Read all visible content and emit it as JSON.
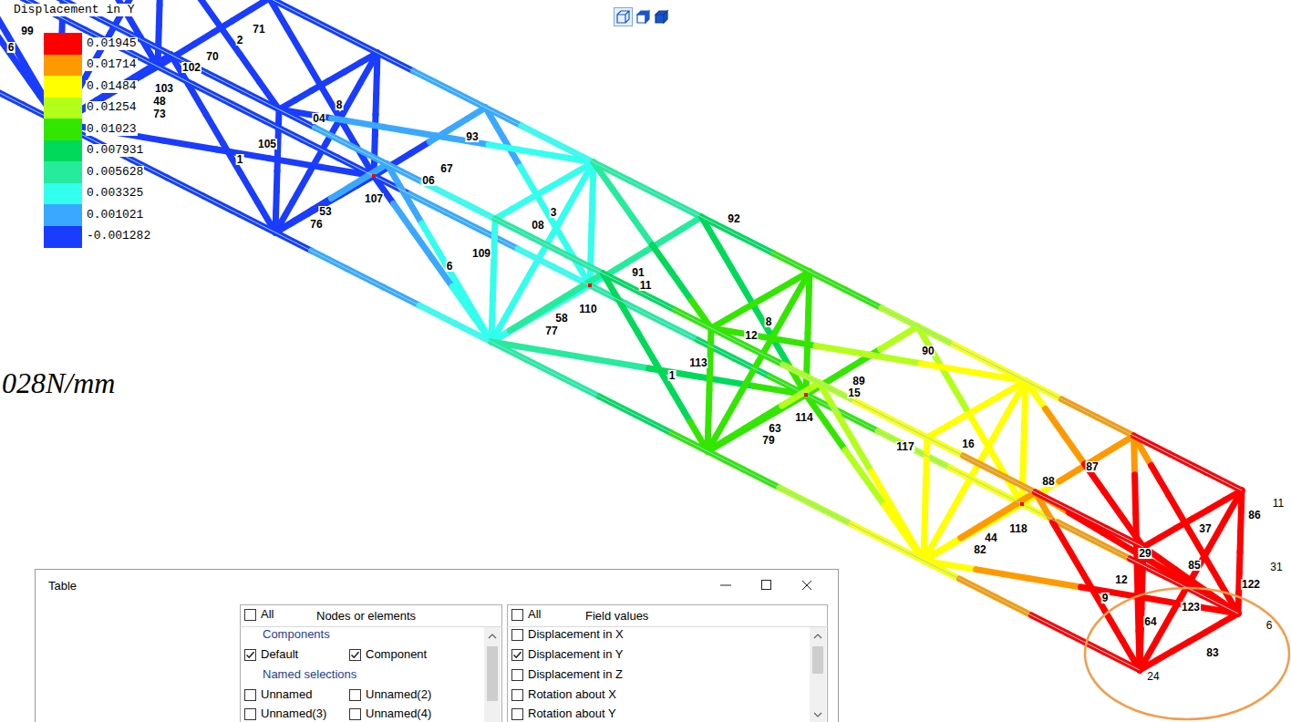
{
  "diagram": {
    "title": "Displacement in Y",
    "nodes": [
      {
        "text": [
          "Table"
        ]
      },
      {
        "text": [
          "Nodes or elements"
        ],
        "in": 0
      },
      {
        "text": [
          "Field values"
        ],
        "in": 0
      }
    ],
    "labels": [
      "99",
      "6",
      "71",
      "2",
      "70",
      "102",
      "103",
      "48",
      "73",
      "04",
      "8",
      "105",
      "1",
      "93",
      "67",
      "06",
      "107",
      "53",
      "76",
      "3",
      "08",
      "109",
      "6",
      "92",
      "91",
      "11",
      "110",
      "58",
      "77",
      "12",
      "8",
      "113",
      "1",
      "90",
      "89",
      "15",
      "114",
      "63",
      "79",
      "16",
      "117",
      "87",
      "88",
      "118",
      "44",
      "82",
      "86",
      "11",
      "37",
      "29",
      "85",
      "122",
      "31",
      "12",
      "123",
      "64",
      "9",
      "83",
      "6",
      "24",
      "028N/mm",
      "All",
      "Components",
      "Default",
      "Component",
      "Named selections",
      "Unnamed",
      "Unnamed(2)",
      "Unnamed(3)",
      "Unnamed(4)",
      "All",
      "Displacement in X",
      "Displacement in Y",
      "Displacement in Z",
      "Rotation about X",
      "Rotation about Y"
    ],
    "legend": [
      {
        "text": "0.01945",
        "color": "#ff0000"
      },
      {
        "text": "0.01714",
        "color": "#ff9900"
      },
      {
        "text": "0.01484",
        "color": "#ffff00"
      },
      {
        "text": "0.01254",
        "color": "#b3ff1a"
      },
      {
        "text": "0.01023",
        "color": "#33e600"
      },
      {
        "text": "0.007931",
        "color": "#00d95a"
      },
      {
        "text": "0.005628",
        "color": "#26eb9c"
      },
      {
        "text": "0.003325",
        "color": "#33ffee"
      },
      {
        "text": "0.001021",
        "color": "#3aa8ff"
      },
      {
        "text": "-0.001282",
        "color": "#1a3cff"
      }
    ]
  }
}
